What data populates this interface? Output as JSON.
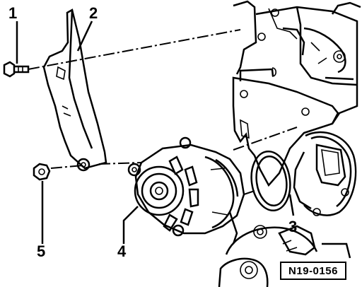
{
  "callouts": [
    {
      "id": "1",
      "label": "1"
    },
    {
      "id": "2",
      "label": "2"
    },
    {
      "id": "3",
      "label": "3"
    },
    {
      "id": "4",
      "label": "4"
    },
    {
      "id": "5",
      "label": "5"
    }
  ],
  "reference_code": "N19-0156"
}
